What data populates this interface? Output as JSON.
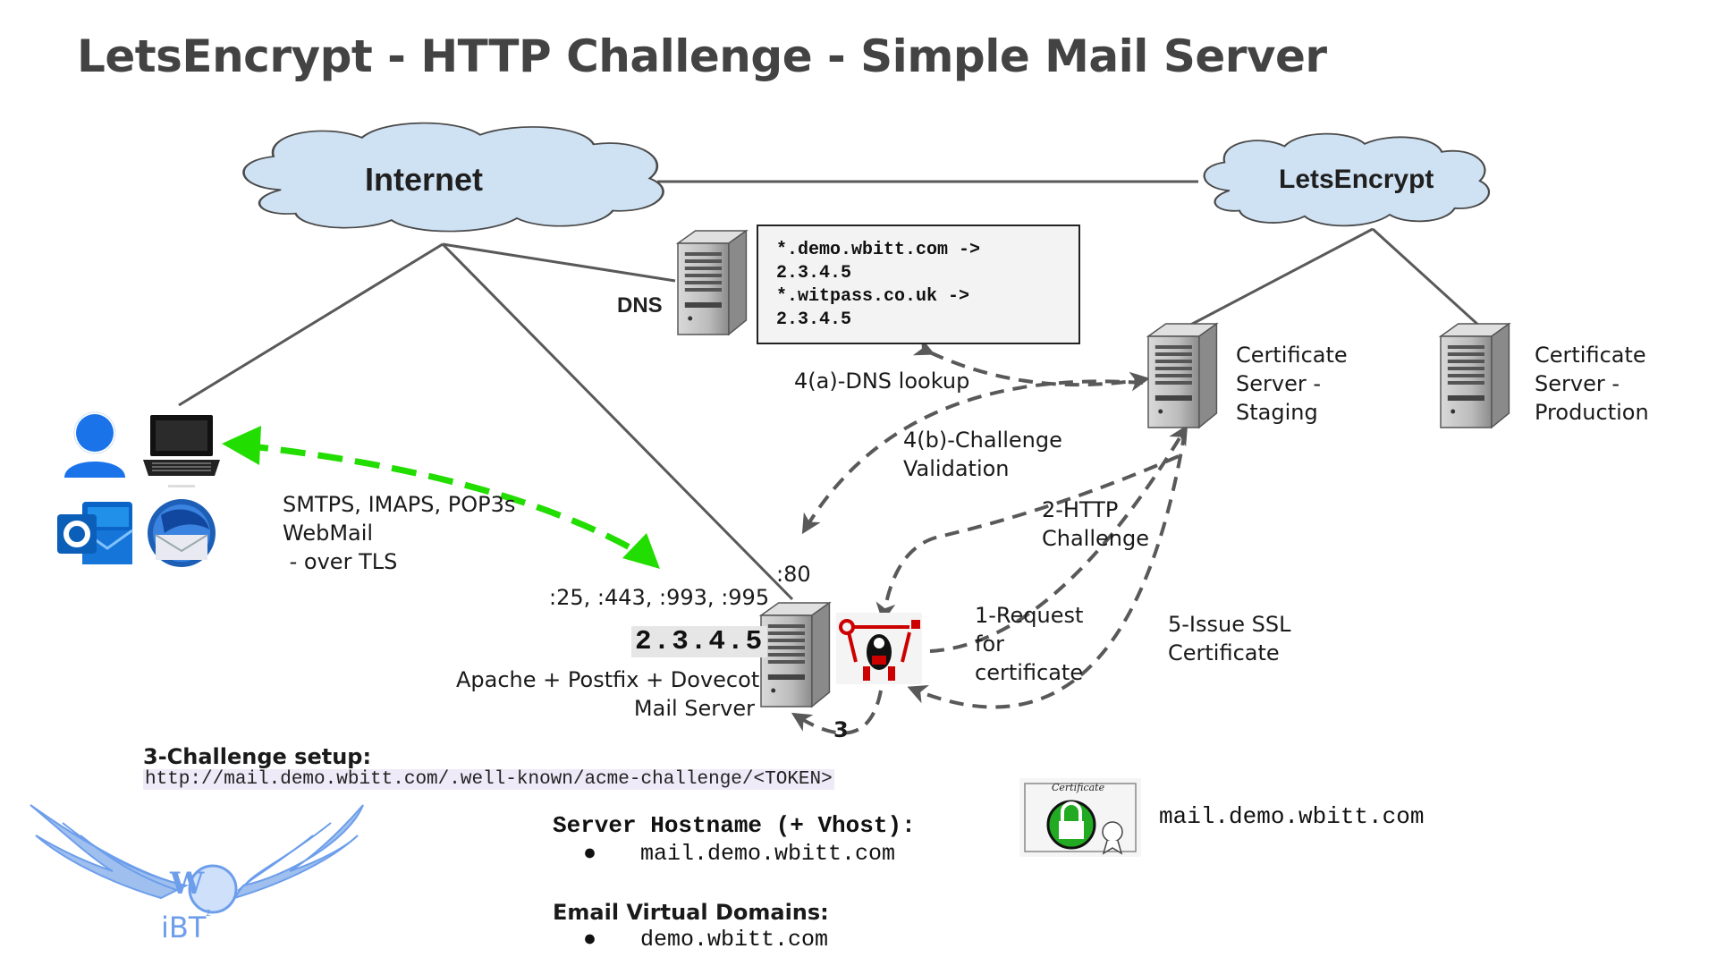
{
  "title": "LetsEncrypt - HTTP Challenge - Simple Mail Server",
  "clouds": {
    "internet": "Internet",
    "letsencrypt": "LetsEncrypt"
  },
  "dns": {
    "label": "DNS",
    "records": [
      "*.demo.wbitt.com ->",
      "2.3.4.5",
      "*.witpass.co.uk ->",
      "2.3.4.5"
    ]
  },
  "cert_servers": {
    "staging": [
      "Certificate",
      "Server -",
      "Staging"
    ],
    "production": [
      "Certificate",
      "Server -",
      "Production"
    ]
  },
  "steps": {
    "dns_lookup": "4(a)-DNS lookup",
    "validation": [
      "4(b)-Challenge",
      "Validation"
    ],
    "http_challenge": [
      "2-HTTP",
      "Challenge"
    ],
    "request": [
      "1-Request",
      "for",
      "certificate"
    ],
    "issue": [
      "5-Issue SSL",
      "Certificate"
    ],
    "setup_num": "3"
  },
  "client": {
    "protocols": [
      "SMTPS, IMAPS, POP3s",
      "WebMail",
      " - over TLS"
    ]
  },
  "mail_server": {
    "port80": ":80",
    "ports": ":25, :443, :993, :995",
    "ip": "2.3.4.5",
    "name": [
      "Apache + Postfix + Dovecot",
      "Mail Server"
    ]
  },
  "challenge_setup": {
    "title": "3-Challenge setup:",
    "url": "http://mail.demo.wbitt.com/.well-known/acme-challenge/<TOKEN>"
  },
  "hostname": {
    "title": "Server Hostname (+ Vhost):",
    "item": "mail.demo.wbitt.com"
  },
  "virtual_domains": {
    "title": "Email Virtual Domains:",
    "item": "demo.wbitt.com"
  },
  "certificate": {
    "badge": "Certificate",
    "domain": "mail.demo.wbitt.com"
  },
  "logo": {
    "letter": "W",
    "brand": "iBT",
    "sup": "2"
  },
  "colors": {
    "cloud_fill": "#cfe2f3",
    "line": "#595959",
    "dash": "#595959",
    "green_arrow": "#22dd00",
    "server_body": "#b7b7b7",
    "logo_blue": "#6d9eeb"
  },
  "icons": [
    "user-icon",
    "laptop-icon",
    "outlook-icon",
    "thunderbird-icon",
    "server-icon",
    "certbot-icon",
    "certificate-icon",
    "ibt-logo"
  ]
}
